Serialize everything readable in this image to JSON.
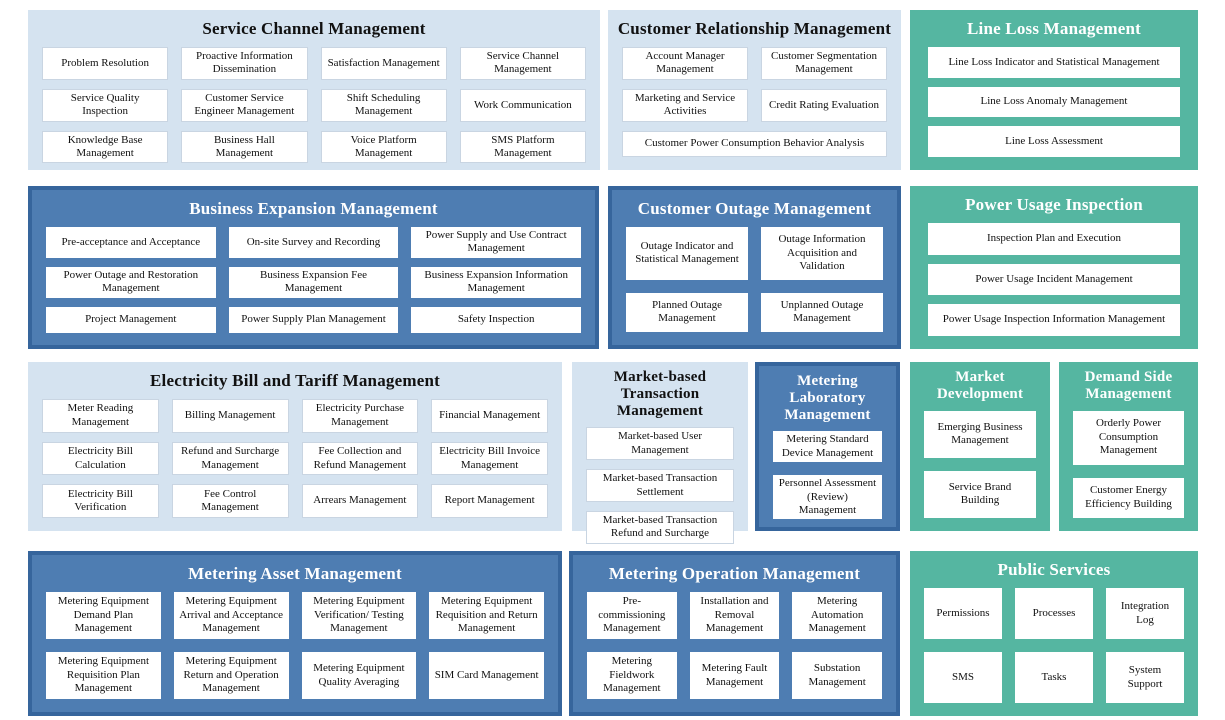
{
  "colors": {
    "panel_light": "#d5e3f0",
    "panel_blue": "#4e7db2",
    "panel_blue_border": "#36659c",
    "panel_teal": "#55b6a1",
    "box_bg": "#ffffff",
    "title_on_color": "#ffffff",
    "title_on_light": "#111111"
  },
  "panels": {
    "service_channel": {
      "title": "Service Channel Management",
      "items": [
        "Problem Resolution",
        "Proactive Information Dissemination",
        "Satisfaction Management",
        "Service Channel Management",
        "Service Quality Inspection",
        "Customer Service Engineer Management",
        "Shift Scheduling Management",
        "Work Communication",
        "Knowledge Base Management",
        "Business Hall Management",
        "Voice Platform Management",
        "SMS Platform Management"
      ]
    },
    "customer_relationship": {
      "title": "Customer Relationship Management",
      "items": [
        "Account Manager Management",
        "Customer Segmentation Management",
        "Marketing and Service Activities",
        "Credit Rating Evaluation",
        "Customer Power Consumption Behavior Analysis"
      ]
    },
    "line_loss": {
      "title": "Line Loss Management",
      "items": [
        "Line Loss Indicator and Statistical Management",
        "Line Loss Anomaly Management",
        "Line Loss Assessment"
      ]
    },
    "business_expansion": {
      "title": "Business Expansion Management",
      "items": [
        "Pre-acceptance and Acceptance",
        "On-site Survey and Recording",
        "Power Supply and Use Contract Management",
        "Power Outage and Restoration Management",
        "Business Expansion Fee Management",
        "Business Expansion Information Management",
        "Project Management",
        "Power Supply Plan Management",
        "Safety Inspection"
      ]
    },
    "customer_outage": {
      "title": "Customer Outage Management",
      "items": [
        "Outage Indicator and Statistical Management",
        "Outage Information Acquisition and Validation",
        "Planned Outage Management",
        "Unplanned Outage Management"
      ]
    },
    "power_usage_inspection": {
      "title": "Power Usage Inspection",
      "items": [
        "Inspection Plan and Execution",
        "Power Usage Incident Management",
        "Power Usage Inspection Information Management"
      ]
    },
    "electricity_bill": {
      "title": "Electricity Bill and Tariff Management",
      "items": [
        "Meter Reading Management",
        "Billing Management",
        "Electricity Purchase Management",
        "Financial Management",
        "Electricity Bill Calculation",
        "Refund and Surcharge Management",
        "Fee Collection and Refund Management",
        "Electricity Bill Invoice Management",
        "Electricity Bill Verification",
        "Fee Control Management",
        "Arrears Management",
        "Report Management"
      ]
    },
    "market_transaction": {
      "title": "Market-based Transaction Management",
      "items": [
        "Market-based User Management",
        "Market-based Transaction Settlement",
        "Market-based Transaction Refund and Surcharge"
      ]
    },
    "metering_lab": {
      "title": "Metering Laboratory Management",
      "items": [
        "Metering Standard Device Management",
        "Personnel Assessment (Review) Management"
      ]
    },
    "market_development": {
      "title": "Market Development",
      "items": [
        "Emerging Business Management",
        "Service Brand Building"
      ]
    },
    "demand_side": {
      "title": "Demand Side Management",
      "items": [
        "Orderly Power Consumption Management",
        "Customer Energy Efficiency Building"
      ]
    },
    "metering_asset": {
      "title": "Metering Asset Management",
      "items": [
        "Metering Equipment Demand Plan Management",
        "Metering Equipment Arrival and Acceptance Management",
        "Metering Equipment Verification/ Testing Management",
        "Metering Equipment Requisition and Return Management",
        "Metering Equipment Requisition Plan Management",
        "Metering Equipment Return and Operation Management",
        "Metering Equipment Quality Averaging",
        "SIM Card Management"
      ]
    },
    "metering_operation": {
      "title": "Metering Operation Management",
      "items": [
        "Pre-commissioning Management",
        "Installation and Removal Management",
        "Metering Automation Management",
        "Metering Fieldwork Management",
        "Metering Fault Management",
        "Substation Management"
      ]
    },
    "public_services": {
      "title": "Public Services",
      "items": [
        "Permissions",
        "Processes",
        "Integration Log",
        "SMS",
        "Tasks",
        "System Support"
      ]
    }
  }
}
